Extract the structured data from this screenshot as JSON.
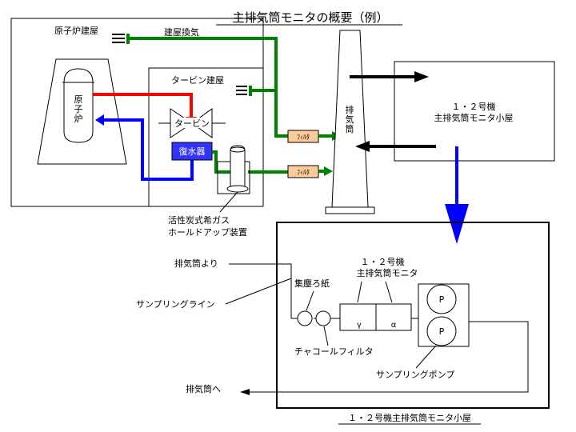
{
  "title": "主排気筒モニタの概要（例）",
  "labels": {
    "reactor_building": "原子炉建屋",
    "building_ventilation": "建屋換気",
    "reactor_char1": "原",
    "reactor_char2": "子",
    "reactor_char3": "炉",
    "turbine_building": "タービン建屋",
    "turbine": "タービン",
    "condenser": "復水器",
    "filter_1": "ﾌｨﾙﾀ",
    "filter_2": "ﾌｨﾙﾀ",
    "stack_char1": "排",
    "stack_char2": "気",
    "stack_char3": "筒",
    "monitor_hut_line1": "１・２号機",
    "monitor_hut_line2": "主排気筒モニタ小屋",
    "holdup_line1": "活性炭式希ガス",
    "holdup_line2": "ホールドアップ装置",
    "from_stack": "排気筒より",
    "dust_paper": "集塵ろ紙",
    "sampling_line": "サンプリングライン",
    "monitor_line1": "１・２号機",
    "monitor_line2": "主排気筒モニタ",
    "gamma": "γ",
    "alpha": "α",
    "pump_p1": "P",
    "pump_p2": "P",
    "charcoal_filter": "チャコールフィルタ",
    "sampling_pump": "サンプリングポンプ",
    "to_stack": "排気筒へ",
    "detail_caption": "１・２号機主排気筒モニタ小屋"
  },
  "colors": {
    "steam_line": "#ff0000",
    "water_line": "#0000ff",
    "vent_line": "#008000",
    "filter_fill": "#ffcc99",
    "condenser_fill": "#3333ff",
    "arrow_blue": "#0000ff"
  }
}
